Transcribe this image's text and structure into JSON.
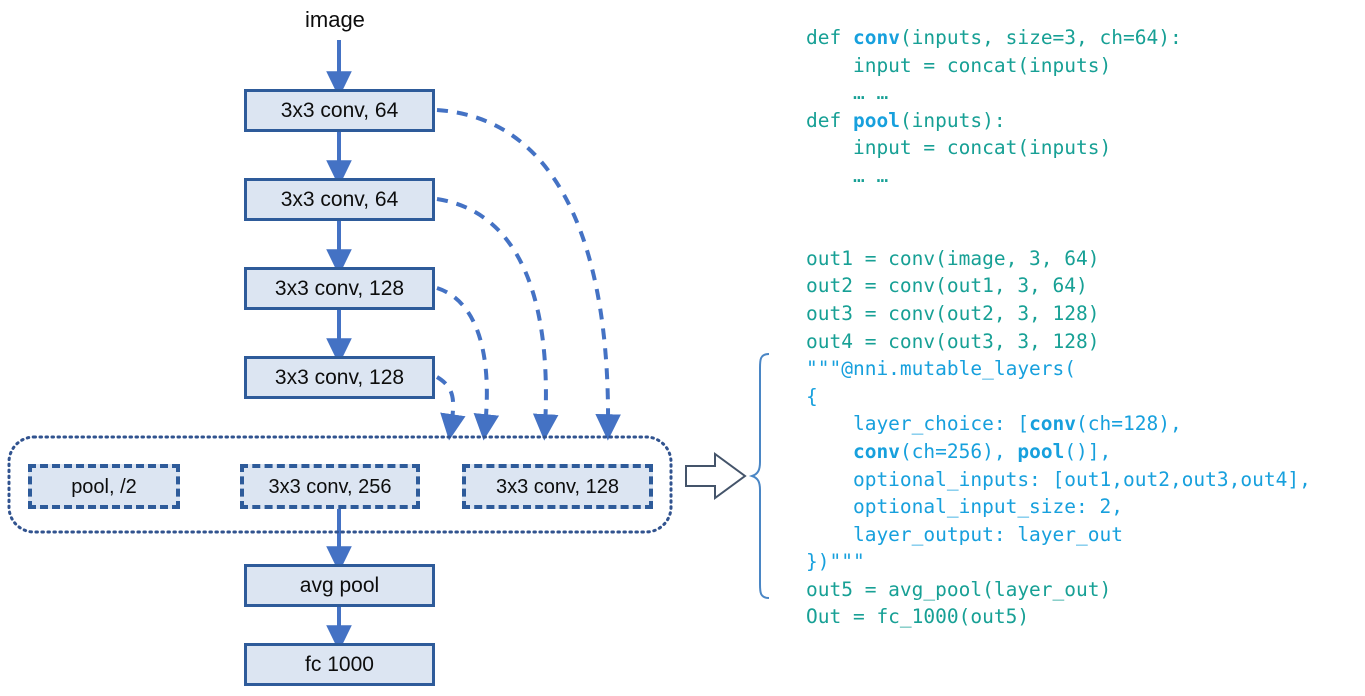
{
  "diagram": {
    "input_label": "image",
    "trunk_nodes": [
      {
        "id": "conv1",
        "label": "3x3 conv, 64"
      },
      {
        "id": "conv2",
        "label": "3x3 conv, 64"
      },
      {
        "id": "conv3",
        "label": "3x3 conv, 128"
      },
      {
        "id": "conv4",
        "label": "3x3 conv, 128"
      }
    ],
    "choice_nodes": [
      {
        "id": "choice-pool",
        "label": "pool, /2"
      },
      {
        "id": "choice-conv256",
        "label": "3x3 conv, 256"
      },
      {
        "id": "choice-conv128",
        "label": "3x3 conv, 128"
      }
    ],
    "tail_nodes": [
      {
        "id": "avgpool",
        "label": "avg pool"
      },
      {
        "id": "fc",
        "label": "fc 1000"
      }
    ],
    "colors": {
      "node_fill": "#dce5f2",
      "node_border": "#2e5b9a",
      "arrow": "#4472c4",
      "dashed_arrow": "#4472c4",
      "group_border": "#31538f",
      "block_arrow_border": "#44546a",
      "brace": "#4a86c5"
    }
  },
  "code": {
    "lines": [
      [
        {
          "t": "def ",
          "c": "tk-teal"
        },
        {
          "t": "conv",
          "c": "tk-bblue"
        },
        {
          "t": "(inputs, size=3, ch=64):",
          "c": "tk-teal"
        }
      ],
      [
        {
          "t": "    input = concat(inputs)",
          "c": "tk-teal"
        }
      ],
      [
        {
          "t": "    … …",
          "c": "tk-teal"
        }
      ],
      [
        {
          "t": "def ",
          "c": "tk-teal"
        },
        {
          "t": "pool",
          "c": "tk-bblue"
        },
        {
          "t": "(inputs):",
          "c": "tk-teal"
        }
      ],
      [
        {
          "t": "    input = concat(inputs)",
          "c": "tk-teal"
        }
      ],
      [
        {
          "t": "    … …",
          "c": "tk-teal"
        }
      ],
      [
        {
          "t": "",
          "c": "tk-teal"
        }
      ],
      [
        {
          "t": "",
          "c": "tk-teal"
        }
      ],
      [
        {
          "t": "out1 = conv(image, 3, 64)",
          "c": "tk-teal"
        }
      ],
      [
        {
          "t": "out2 = conv(out1, 3, 64)",
          "c": "tk-teal"
        }
      ],
      [
        {
          "t": "out3 = conv(out2, 3, 128)",
          "c": "tk-teal"
        }
      ],
      [
        {
          "t": "out4 = conv(out3, 3, 128)",
          "c": "tk-teal"
        }
      ],
      [
        {
          "t": "\"\"\"@nni.mutable_layers(",
          "c": "tk-blue"
        }
      ],
      [
        {
          "t": "{",
          "c": "tk-blue"
        }
      ],
      [
        {
          "t": "    layer_choice: [",
          "c": "tk-blue"
        },
        {
          "t": "conv",
          "c": "tk-bblue"
        },
        {
          "t": "(ch=128),",
          "c": "tk-blue"
        }
      ],
      [
        {
          "t": "    ",
          "c": "tk-blue"
        },
        {
          "t": "conv",
          "c": "tk-bblue"
        },
        {
          "t": "(ch=256), ",
          "c": "tk-blue"
        },
        {
          "t": "pool",
          "c": "tk-bblue"
        },
        {
          "t": "()],",
          "c": "tk-blue"
        }
      ],
      [
        {
          "t": "    optional_inputs: [out1,out2,out3,out4],",
          "c": "tk-blue"
        }
      ],
      [
        {
          "t": "    optional_input_size: 2,",
          "c": "tk-blue"
        }
      ],
      [
        {
          "t": "    layer_output: layer_out",
          "c": "tk-blue"
        }
      ],
      [
        {
          "t": "})\"\"\"",
          "c": "tk-blue"
        }
      ],
      [
        {
          "t": "out5 = avg_pool(layer_out)",
          "c": "tk-teal"
        }
      ],
      [
        {
          "t": "Out = fc_1000(out5)",
          "c": "tk-teal"
        }
      ]
    ]
  }
}
